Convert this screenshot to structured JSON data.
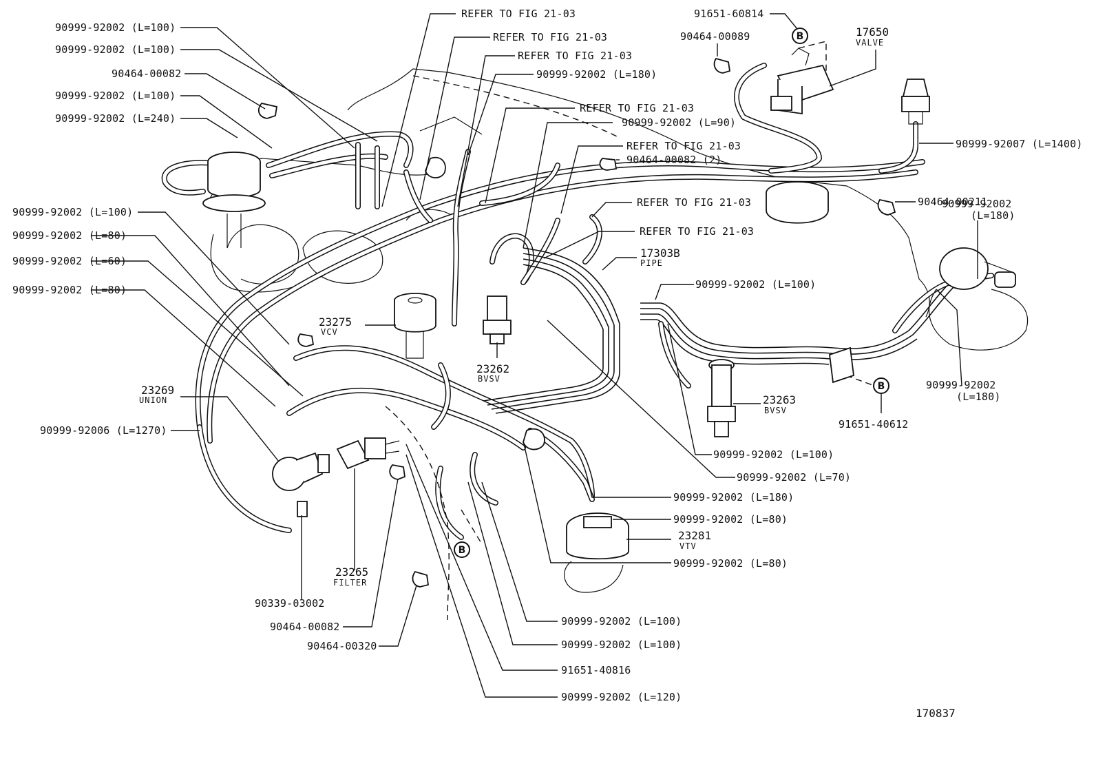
{
  "figure_id": "170837",
  "refer_text": "REFER TO FIG 21-03",
  "callouts": {
    "b1_letter": "B",
    "b2_letter": "B",
    "b3_letter": "B"
  },
  "labels": {
    "l01": "90999-92002 (L=100)",
    "l02": "90999-92002 (L=100)",
    "l03": "90464-00082",
    "l04": "90999-92002 (L=100)",
    "l05": "90999-92002 (L=240)",
    "l06": "90999-92002 (L=100)",
    "l07": "90999-92002 (L=80)",
    "l08": "90999-92002 (L=60)",
    "l09": "90999-92002 (L=80)",
    "l10": "90999-92006 (L=1270)",
    "l11": "90339-03002",
    "l12": "90464-00082",
    "l13": "90464-00320",
    "r01": "90999-92002 (L=180)",
    "r02": "90999-92002 (L=90)",
    "r03": "90464-00082 (2)",
    "r04": "90999-92002 (L=100)",
    "r05": "90999-92002 (L=100)",
    "r06": "90999-92002 (L=70)",
    "r07": "90999-92002 (L=180)",
    "r08": "90999-92002 (L=80)",
    "r09": "90999-92002 (L=80)",
    "b01": "90999-92002 (L=100)",
    "b02": "90999-92002 (L=100)",
    "b03": "91651-40816",
    "b04": "90999-92002 (L=120)",
    "t01": "91651-60814",
    "t02": "90464-00089",
    "e01": "90999-92007 (L=1400)",
    "e02": "90464-00211",
    "e03a": "90999-92002",
    "e03b": "(L=180)",
    "e04a": "90999-92002",
    "e04b": "(L=180)",
    "e05": "91651-40612"
  },
  "components": {
    "valve_no": "17650",
    "valve_name": "VALVE",
    "pipe_no": "17303B",
    "pipe_name": "PIPE",
    "vcv_no": "23275",
    "vcv_name": "VCV",
    "bvsv1_no": "23262",
    "bvsv1_name": "BVSV",
    "bvsv2_no": "23263",
    "bvsv2_name": "BVSV",
    "union_no": "23269",
    "union_name": "UNION",
    "filter_no": "23265",
    "filter_name": "FILTER",
    "vtv_no": "23281",
    "vtv_name": "VTV"
  }
}
